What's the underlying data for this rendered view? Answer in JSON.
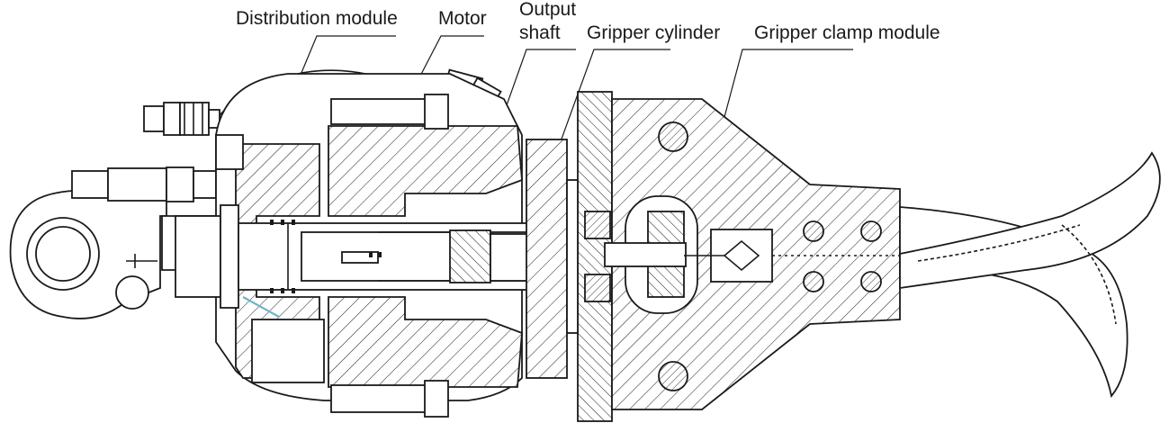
{
  "labels": {
    "distribution_module": "Distribution module",
    "motor": "Motor",
    "output_shaft_line1": "Output",
    "output_shaft_line2": "shaft",
    "gripper_cylinder": "Gripper cylinder",
    "gripper_clamp_module": "Gripper clamp module"
  },
  "colors": {
    "line": "#1a1a1a",
    "background": "#ffffff",
    "accent": "#6fb6c9"
  }
}
